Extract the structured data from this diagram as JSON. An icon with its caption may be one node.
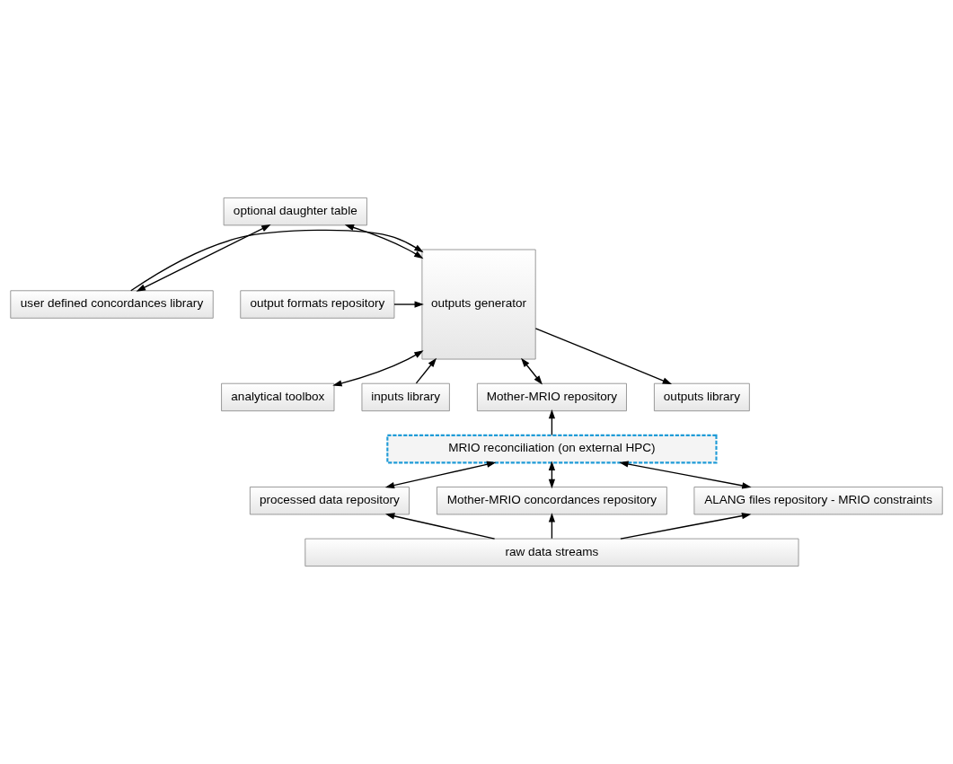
{
  "diagram": {
    "nodes": [
      {
        "text": [
          "optional daughter table"
        ]
      },
      {
        "text": [
          "output formats repository"
        ]
      },
      {
        "text": [
          "outputs generator"
        ]
      },
      {
        "text": [
          "user defined concordances library"
        ]
      },
      {
        "text": [
          "analytical toolbox"
        ]
      },
      {
        "text": [
          "inputs library"
        ]
      },
      {
        "text": [
          "Mother-MRIO repository"
        ]
      },
      {
        "text": [
          "outputs library"
        ]
      },
      {
        "text": [
          "MRIO reconciliation (on external HPC)"
        ]
      },
      {
        "text": [
          "processed data repository"
        ]
      },
      {
        "text": [
          "Mother-MRIO concordances repository"
        ]
      },
      {
        "text": [
          "ALANG files repository - MRIO constraints"
        ]
      },
      {
        "text": [
          "raw data streams"
        ]
      }
    ],
    "edges": [
      {
        "from": 2,
        "to": 0,
        "arrow": "both"
      },
      {
        "from": 3,
        "to": 0,
        "arrow": "both"
      },
      {
        "from": 1,
        "to": 2,
        "arrow": "to"
      },
      {
        "from": 3,
        "to": 2,
        "arrow": "to"
      },
      {
        "from": 4,
        "to": 2,
        "arrow": "both"
      },
      {
        "from": 5,
        "to": 2,
        "arrow": "to"
      },
      {
        "from": 6,
        "to": 2,
        "arrow": "both"
      },
      {
        "from": 2,
        "to": 7,
        "arrow": "to"
      },
      {
        "from": 8,
        "to": 6,
        "arrow": "to"
      },
      {
        "from": 9,
        "to": 8,
        "arrow": "both"
      },
      {
        "from": 10,
        "to": 8,
        "arrow": "both"
      },
      {
        "from": 11,
        "to": 8,
        "arrow": "both"
      },
      {
        "from": 12,
        "to": 9,
        "arrow": "to"
      },
      {
        "from": 12,
        "to": 10,
        "arrow": "to"
      },
      {
        "from": 12,
        "to": 11,
        "arrow": "to"
      }
    ]
  }
}
